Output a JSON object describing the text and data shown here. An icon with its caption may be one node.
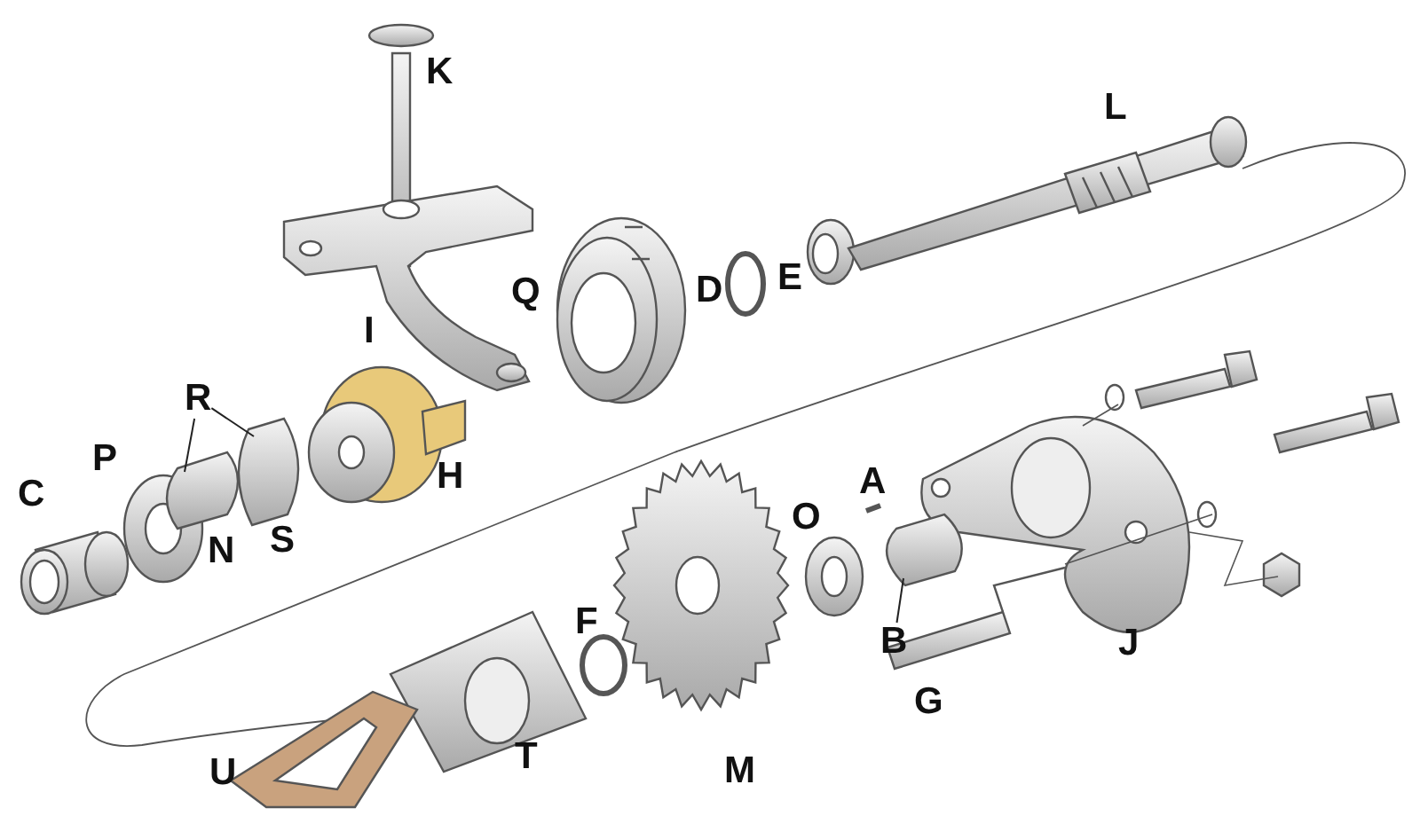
{
  "diagram": {
    "nodes": [
      {
        "text": [
          "R"
        ]
      },
      {
        "text": [],
        "shape": "picture"
      },
      {
        "text": [],
        "shape": "picture"
      },
      {
        "text": [
          "B"
        ]
      },
      {
        "text": [],
        "shape": "picture"
      }
    ],
    "edges": [
      {
        "from": 0,
        "to": 1,
        "arrow": "none"
      },
      {
        "from": 0,
        "to": 2,
        "arrow": "none"
      },
      {
        "from": 3,
        "to": 4,
        "arrow": "none"
      }
    ],
    "labels": [
      "K",
      "L",
      "Q",
      "D",
      "E",
      "I",
      "P",
      "C",
      "H",
      "N",
      "S",
      "A",
      "O",
      "F",
      "J",
      "G",
      "M",
      "T",
      "U"
    ]
  }
}
